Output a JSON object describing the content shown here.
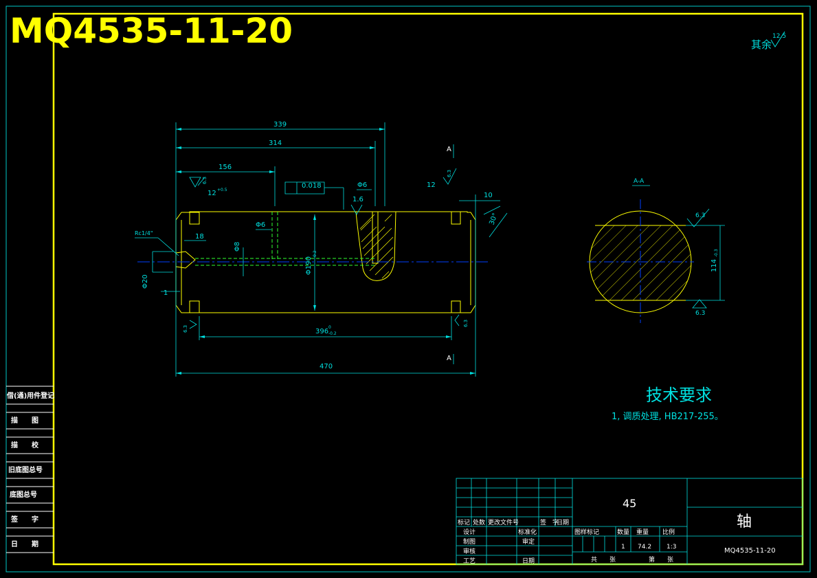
{
  "title": "MQ4535-11-20",
  "roughness_note": {
    "label": "其余",
    "value": "12.5"
  },
  "dimensions": {
    "d339": "339",
    "d314": "314",
    "d156": "156",
    "d10": "10",
    "d18": "18",
    "d470": "470",
    "d396": "396",
    "d396_tol": "-0.2",
    "d396_tol_up": "0",
    "phi6a": "Φ6",
    "phi6b": "Φ6",
    "phi8": "Φ8",
    "phi20": "Φ20",
    "phi190": "Φ190",
    "phi190_tol": "-0.2",
    "d1": "1",
    "d114": "114",
    "d114_tol": "-0.3",
    "groove12a": "12",
    "groove12b": "12",
    "groove_tol": "+0.5",
    "angle30": "30°",
    "thread": "Rc1/4\""
  },
  "roughness": {
    "r63a": "6.3",
    "r63b": "6.3",
    "r63c": "6.3",
    "r63d": "6.3",
    "r63e": "6.3",
    "r63f": "6.3",
    "r16": "1.6"
  },
  "tolerance_frame": {
    "value": "0.018"
  },
  "section_marks": {
    "a_top": "A",
    "a_bottom": "A",
    "section_label": "A-A"
  },
  "tech_req": {
    "heading": "技术要求",
    "item1": "1, 调质处理, HB217-255。"
  },
  "side_table": [
    "借(通)用件登记",
    "描　　图",
    "描　　校",
    "旧底图总号",
    "底图总号",
    "签　　字",
    "日　　期"
  ],
  "title_block": {
    "material": "45",
    "part_name": "轴",
    "drawing_no": "MQ4535-11-20",
    "rev_headers": [
      "标记",
      "处数",
      "更改文件号",
      "签　字",
      "日期"
    ],
    "design": "设计",
    "draw": "制图",
    "check": "审核",
    "process": "工艺",
    "std_check": "标准化",
    "approve": "审定",
    "date": "日期",
    "stage_label": "图样标记",
    "qty_label": "数量",
    "weight_label": "重量",
    "scale_label": "比例",
    "qty": "1",
    "weight": "74.2",
    "scale": "1:3",
    "total_label": "共　　张",
    "sheet_label": "第　　张"
  }
}
